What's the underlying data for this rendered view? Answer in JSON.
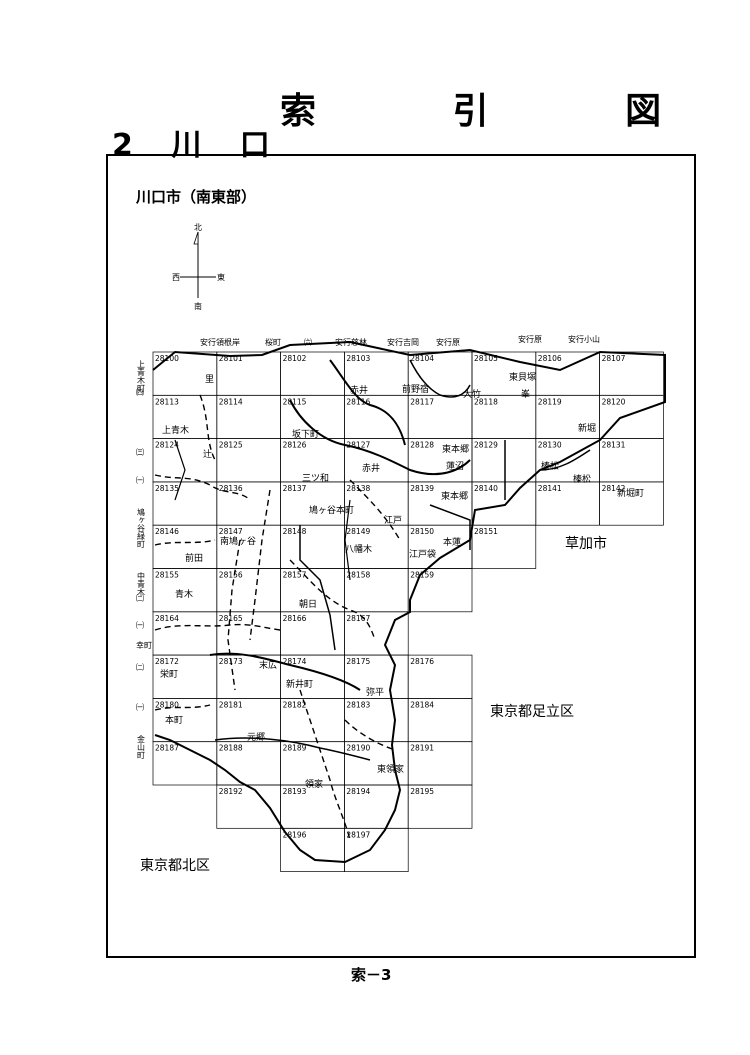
{
  "header": {
    "title": "索 引 図",
    "subtitle": "2 川 口",
    "footer": "索－3"
  },
  "map": {
    "title": "川口市（南東部）",
    "compass": {
      "north": "北",
      "south": "南",
      "east": "東",
      "west": "西"
    },
    "regions": [
      {
        "id": "soka",
        "name": "草加市"
      },
      {
        "id": "adachi",
        "name": "東京都足立区"
      },
      {
        "id": "kita",
        "name": "東京都北区"
      }
    ],
    "sheet_numbers": [
      "28100",
      "28101",
      "28102",
      "28103",
      "28104",
      "28105",
      "28106",
      "28107",
      "28113",
      "28114",
      "28115",
      "28116",
      "28117",
      "28118",
      "28119",
      "28120",
      "28124",
      "28125",
      "28126",
      "28127",
      "28128",
      "28129",
      "28130",
      "28131",
      "28135",
      "28136",
      "28137",
      "28138",
      "28139",
      "28140",
      "28141",
      "28142",
      "28146",
      "28147",
      "28148",
      "28149",
      "28150",
      "28151",
      "28155",
      "28156",
      "28157",
      "28158",
      "28159",
      "28164",
      "28165",
      "28166",
      "28167",
      "28172",
      "28173",
      "28174",
      "28175",
      "28176",
      "28180",
      "28181",
      "28182",
      "28183",
      "28184",
      "28187",
      "28188",
      "28189",
      "28190",
      "28191",
      "28192",
      "28193",
      "28194",
      "28195",
      "28196",
      "28197"
    ],
    "top_labels": [
      "安行領根岸",
      "桜町",
      "㈥",
      "安行慈林",
      "安行吉岡",
      "安行原",
      "安行原",
      "安行小山"
    ],
    "left_labels": [
      "上青木町",
      "㈣",
      "㈢",
      "㈠",
      "鳩ヶ谷緑町",
      "中青木",
      "㈡",
      "㈠",
      "幸町",
      "㈡",
      "㈠",
      "金山町"
    ],
    "area_labels": [
      "里",
      "赤井",
      "前野宿",
      "大竹",
      "東貝塚",
      "峯",
      "上青木",
      "辻",
      "坂下町",
      "新堀",
      "榛松",
      "榛松",
      "新堀町",
      "東本郷",
      "蓮沼",
      "三ツ和",
      "東本郷",
      "江戸",
      "鳩ヶ谷本町",
      "南鳩ヶ谷",
      "前田",
      "八幡木",
      "本蓮",
      "江戸袋",
      "青木",
      "朝日",
      "末広",
      "新井町",
      "栄町",
      "弥平",
      "本町",
      "元郷",
      "東領家",
      "領家",
      "赤井"
    ]
  }
}
